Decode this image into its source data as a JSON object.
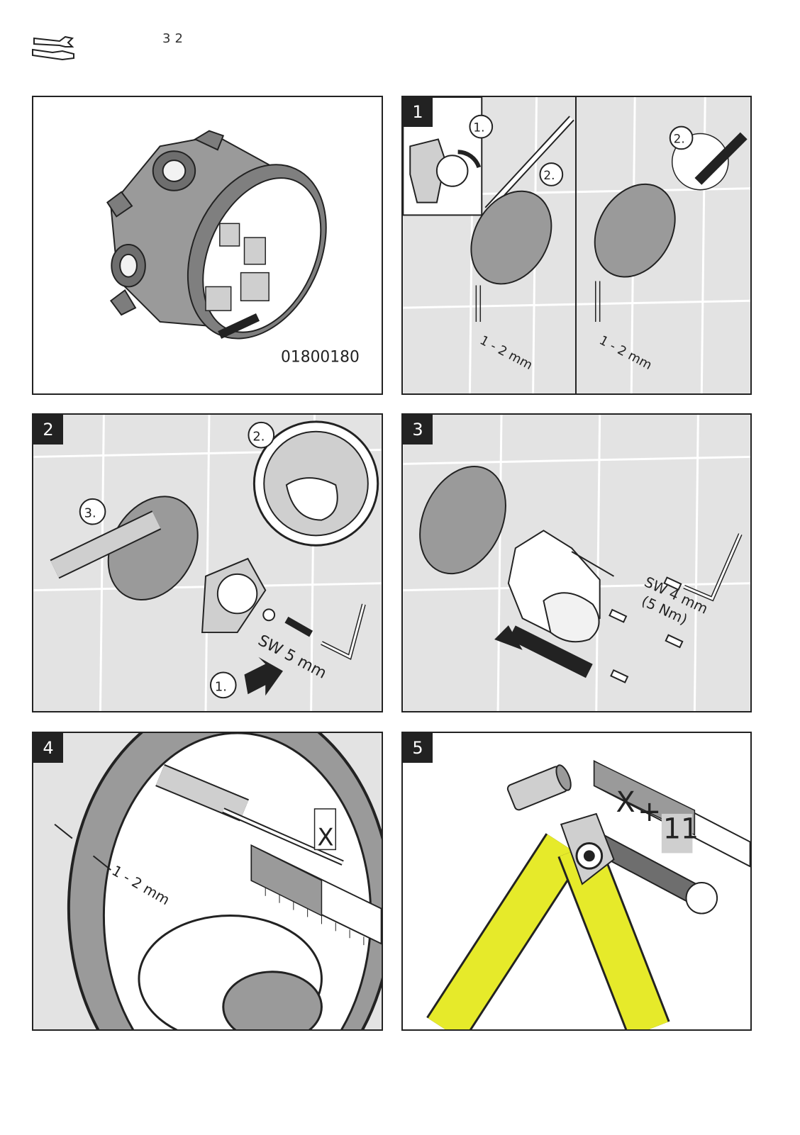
{
  "header": {
    "page_number": "32",
    "icon": "tools-icon"
  },
  "panels": [
    {
      "step": "",
      "product_code": "01800180"
    },
    {
      "step": "1",
      "callouts": [
        "1.",
        "2.",
        "2."
      ],
      "dimension_left": "1 - 2 mm",
      "dimension_right": "1 - 2 mm"
    },
    {
      "step": "2",
      "callouts": [
        "1.",
        "2.",
        "3."
      ],
      "tool_size": "SW 5 mm"
    },
    {
      "step": "3",
      "tool_size": "SW 4 mm",
      "torque": "(5 Nm)"
    },
    {
      "step": "4",
      "dimension": "1 - 2 mm",
      "measure_label": "X"
    },
    {
      "step": "5",
      "measure_label_x": "X",
      "measure_plus": "+",
      "measure_value": "11"
    }
  ],
  "colors": {
    "line": "#222222",
    "wall": "#e3e3e3",
    "grout": "#ffffff",
    "part": "#8a8a8a",
    "highlight": "#e6ea2a"
  }
}
